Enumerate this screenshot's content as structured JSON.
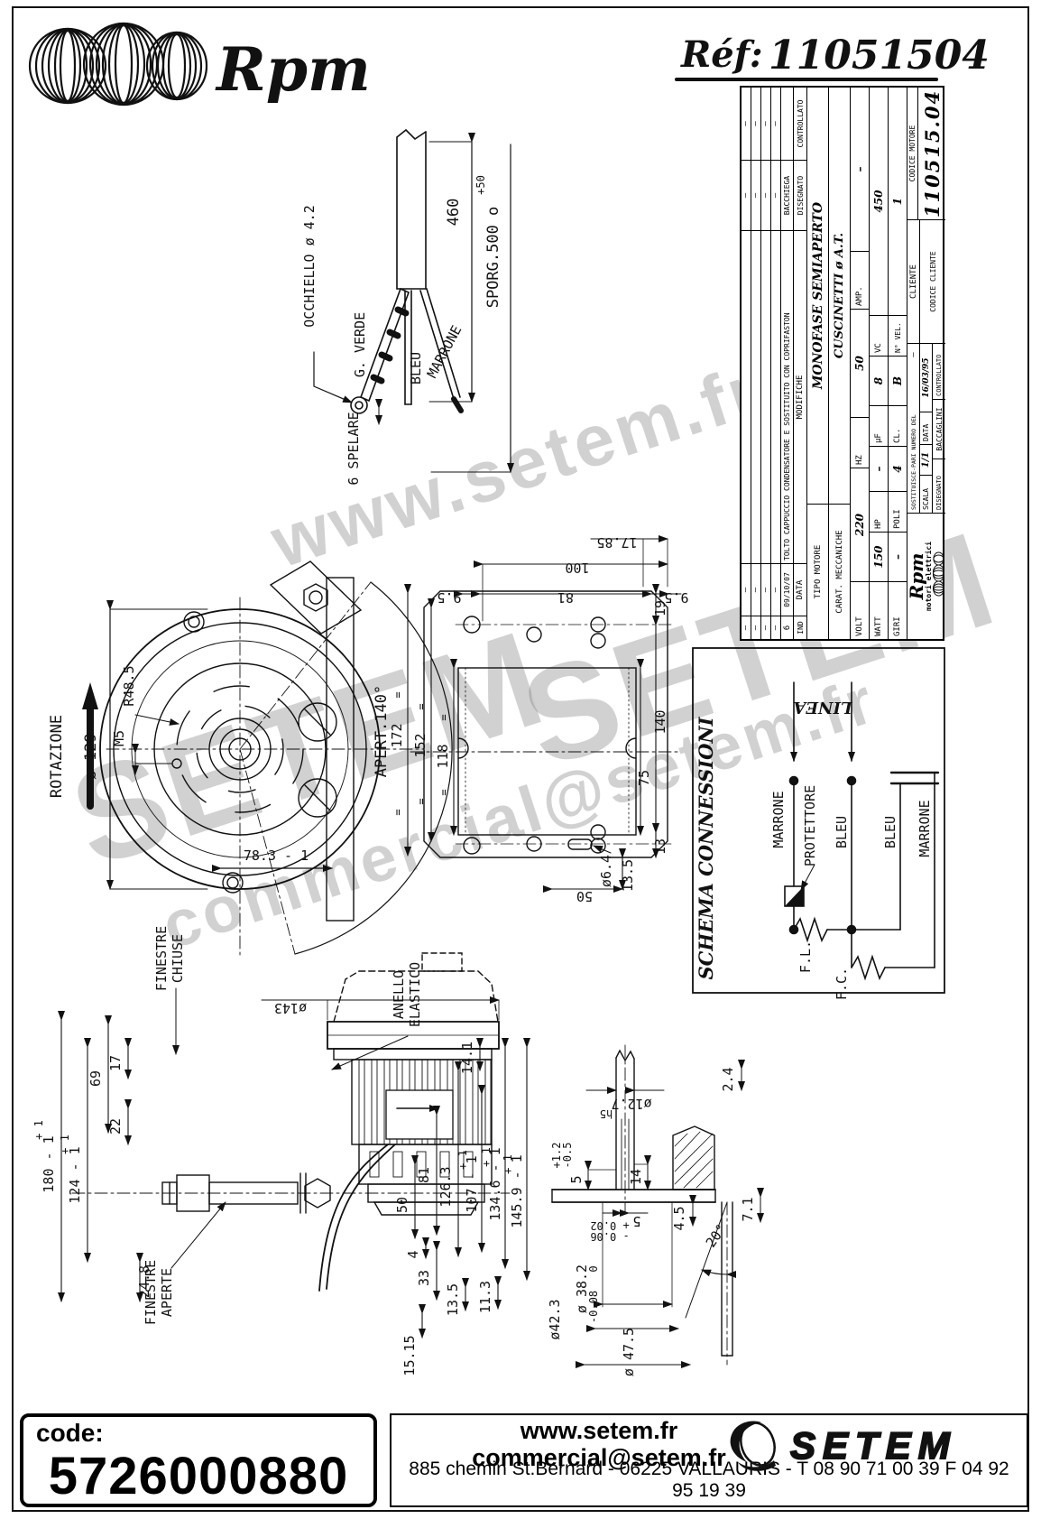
{
  "header": {
    "brand": "Rpm",
    "ref_label": "Réf:",
    "ref_value": "11051504"
  },
  "title_block": {
    "rev": {
      "dash": "–",
      "ind": "IND",
      "data": "DATA",
      "modifiche": "MODIFICHE",
      "disegnato": "DISEGNATO",
      "controllato": "CONTROLLATO",
      "row6_ind": "6",
      "row6_date": "09/10/07",
      "row6_desc": "TOLTO CAPPUCCIO CONDENSATORE E SOSTITUITO CON COPRIFASTON",
      "row6_dis": "BACCHIEGA"
    },
    "tipo_label": "TIPO MOTORE",
    "tipo_value": "MONOFASE SEMIAPERTO",
    "carat_label": "CARAT. MECCANICHE",
    "carat_value": "CUSCINETTI ø A.T.",
    "volt_label": "VOLT",
    "volt": "220",
    "hz_label": "HZ",
    "hz": "50",
    "amp_label": "AMP.",
    "amp": "–",
    "watt_label": "WATT",
    "watt": "150",
    "hp_label": "HP",
    "hp": "–",
    "uf_label": "µF",
    "uf": "8",
    "vc_label": "VC",
    "vc": "450",
    "giri_label": "GIRI",
    "giri": "–",
    "poli_label": "POLI",
    "poli": "4",
    "cl_label": "CL.",
    "cl": "B",
    "nvel_label": "N° VEL.",
    "nvel": "1",
    "logo_brand": "Rpm",
    "logo_sub": "motori elettrici",
    "sost_label": "SOSTITUISCE-PARI NUMERO DEL",
    "sost_value": "–",
    "scala_label": "SCALA",
    "scala_value": "1/1",
    "data_label": "DATA",
    "data_value": "16/03/95",
    "dis_label": "DISEGNATO",
    "dis_value": "BACCAGLINI",
    "contr_label": "CONTROLLATO",
    "cliente_label": "CLIENTE",
    "codice_cliente_label": "CODICE CLIENTE",
    "codice_motore_label": "CODICE MOTORE",
    "codice_motore": "110515.04"
  },
  "cable": {
    "occhiello": "OCCHIELLO ø 4.2",
    "verde": "G. VERDE",
    "bleu": "BLEU",
    "marrone": "MARRONE",
    "d460": "460",
    "sporg": "SPORG.500 o",
    "sporg_tol": "+50",
    "spelare": "6 SPELARE"
  },
  "front": {
    "rotazione": "ROTAZIONE",
    "d129": "ø 129",
    "m5": "M5",
    "r485": "R48.5",
    "apert": "APERT.140°",
    "d783": "78.3 - 1"
  },
  "plate": {
    "d1785": "17.85",
    "d100": "100",
    "d95l": "9.5",
    "d81": "81",
    "d95r": "9.5",
    "d172": "172",
    "d152": "152",
    "d118": "118",
    "eq": "=",
    "d19": "19",
    "d140": "140",
    "d75": "75",
    "d64": "ø6.4",
    "d13": "13",
    "d50": "50",
    "d135": "13.5"
  },
  "schema": {
    "title": "SCHEMA CONNESSIONI",
    "linea": "LINEA",
    "marrone1": "MARRONE",
    "protettore": "PROTETTORE",
    "bleu1": "BLEU",
    "bleu2": "BLEU",
    "marrone2": "MARRONE",
    "fl": "F.L.",
    "fc": "F.C."
  },
  "side": {
    "fin_chiuse1": "FINESTRE",
    "fin_chiuse2": "CHIUSE",
    "d143": "ø143",
    "anello1": "ANELLO",
    "anello2": "ELASTICO",
    "d69": "69",
    "d17": "17",
    "d22": "22",
    "d180": "180 - 1",
    "d180t": "+ 1",
    "d124": "124 - 1",
    "d124t": "+ 1",
    "d248": "24.8",
    "fin_aperte1": "FINESTRE",
    "fin_aperte2": "APERTE",
    "d141": "14.1",
    "d1263": "126.3",
    "d107": "107 - 1",
    "d107t": "+ 1",
    "d1346": "134.6 - 1",
    "d1346t": "+ 1",
    "d1459": "145.9 - 1",
    "d1459t": "+ 1",
    "d81": "81",
    "d50": "50",
    "d4": "4",
    "d33": "33",
    "d135": "13.5",
    "d113": "11.3",
    "d1515": "15.15"
  },
  "shaft": {
    "d127": "ø12.7",
    "h5": "h5",
    "t12": "+1.2",
    "t05": "-0.5",
    "d5a": "5",
    "d14": "14",
    "d5b": "5",
    "t002": "+ 0.02",
    "t006": "- 0.06",
    "d45": "4.5",
    "a20": "20°",
    "d24": "2.4",
    "d71": "7.1",
    "d382": "ø 38.2",
    "d382t0": "0",
    "d382t": "-0.08",
    "d423": "ø42.3",
    "d475": "ø 47.5"
  },
  "watermark": {
    "w1": "www.setem.fr",
    "w2": "SETEM",
    "w3": "SETEM",
    "w4": "commercial@setem.fr"
  },
  "footer": {
    "code_label": "code:",
    "code_value": "5726000880",
    "site": "www.setem.fr",
    "email": "commercial@setem.fr",
    "brand": "SETEM",
    "address": "885 chemin St.Bernard  -  06225 VALLAURIS  -  T 08 90 71 00 39   F 04 92 95 19 39"
  }
}
